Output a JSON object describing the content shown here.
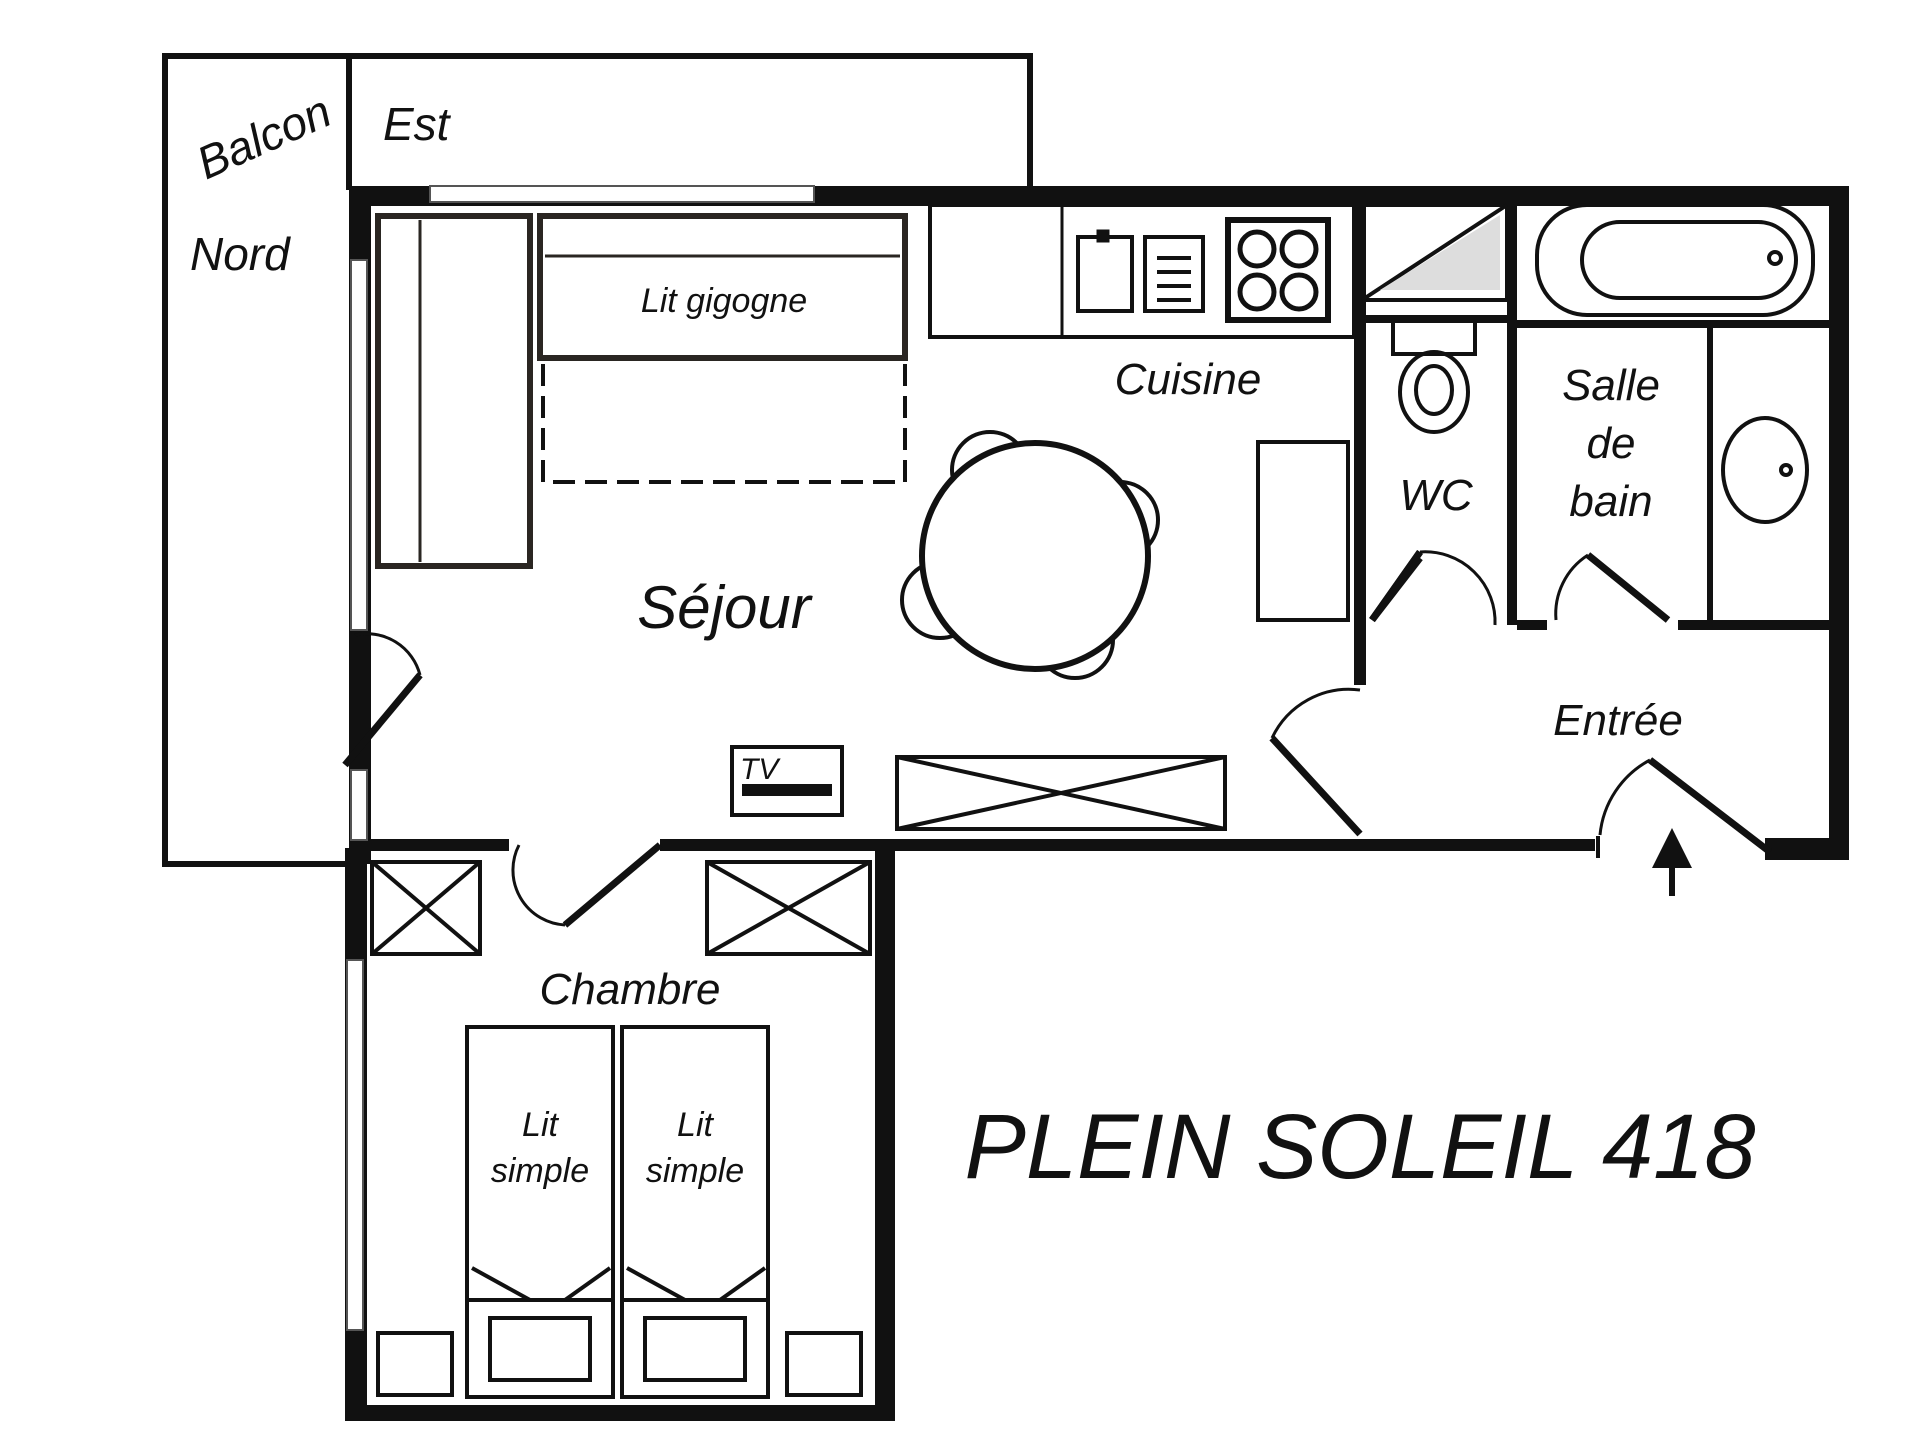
{
  "plan": {
    "title": "PLEIN SOLEIL 418",
    "balcony": {
      "label": "Balcon",
      "orientation_1": "Est",
      "orientation_2": "Nord"
    },
    "rooms": {
      "living": "Séjour",
      "kitchen": "Cuisine",
      "wc": "WC",
      "bathroom_line1": "Salle",
      "bathroom_line2": "de",
      "bathroom_line3": "bain",
      "entrance": "Entrée",
      "bedroom": "Chambre"
    },
    "furniture": {
      "trundle_bed": "Lit gigogne",
      "tv": "TV",
      "single_bed_1_line1": "Lit",
      "single_bed_1_line2": "simple",
      "single_bed_2_line1": "Lit",
      "single_bed_2_line2": "simple"
    }
  }
}
